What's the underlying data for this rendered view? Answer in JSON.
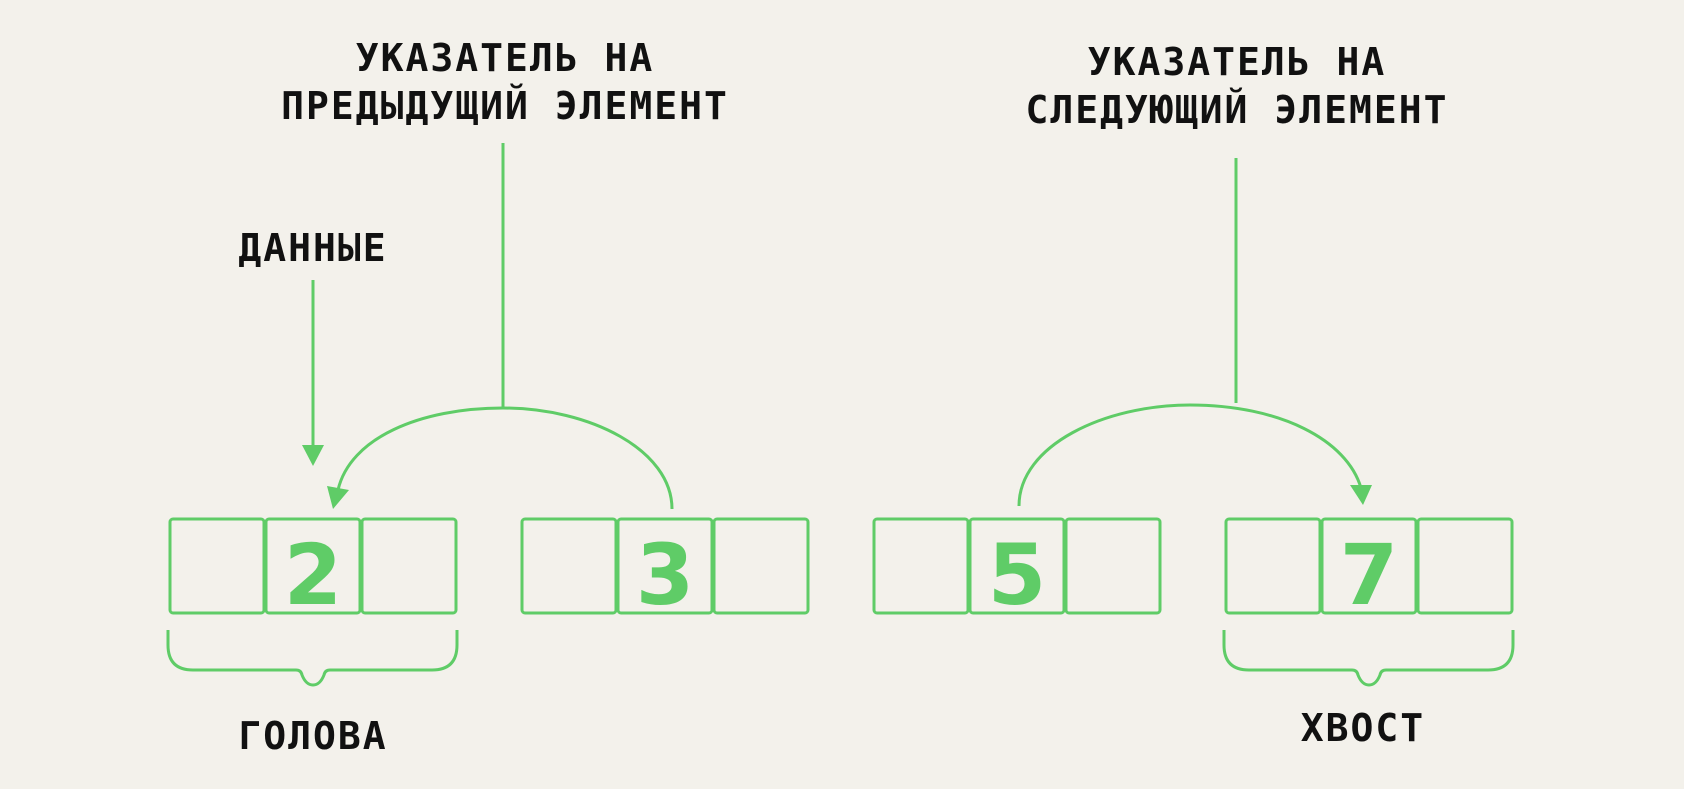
{
  "labels": {
    "prev_pointer": [
      "УКАЗАТЕЛЬ НА",
      "ПРЕДЫДУЩИЙ ЭЛЕМЕНТ"
    ],
    "next_pointer": [
      "УКАЗАТЕЛЬ НА",
      "СЛЕДУЮЩИЙ ЭЛЕМЕНТ"
    ],
    "data": "ДАННЫЕ",
    "head": "ГОЛОВА",
    "tail": "ХВОСТ"
  },
  "nodes": [
    {
      "value": "2"
    },
    {
      "value": "3"
    },
    {
      "value": "5"
    },
    {
      "value": "7"
    }
  ],
  "colors": {
    "accent": "#5fcc67",
    "text": "#111111",
    "background": "#f3f1eb"
  }
}
